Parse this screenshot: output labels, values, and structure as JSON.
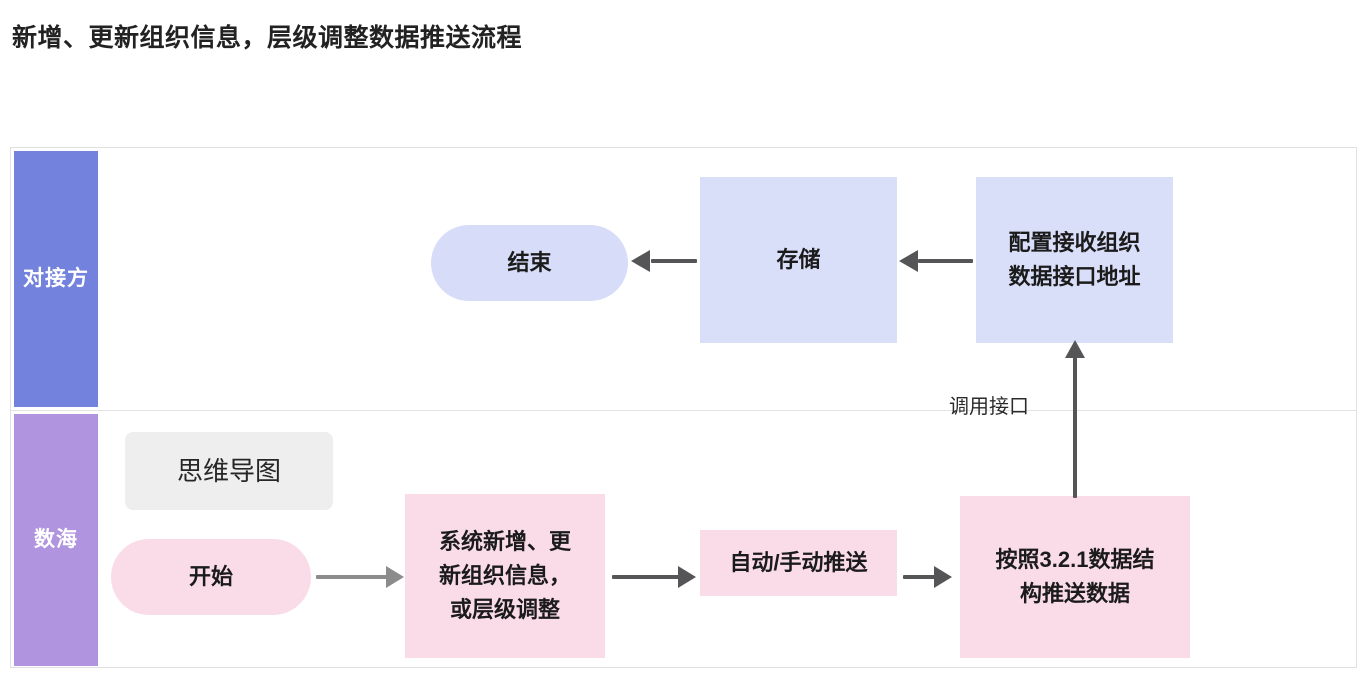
{
  "title": "新增、更新组织信息，层级调整数据推送流程",
  "colors": {
    "lane_docking": "#7382dc",
    "lane_shuhai": "#b094e0",
    "node_blue": "#d9def9",
    "node_pink": "#fadce9",
    "node_gray": "#eeeeef",
    "arrow_gray": "#8c8c8c",
    "arrow_dark": "#555558",
    "frame_border": "#e0e0e2"
  },
  "lanes": [
    {
      "id": "docking",
      "label": "对接方"
    },
    {
      "id": "shuhai",
      "label": "数海"
    }
  ],
  "nodes": {
    "end": {
      "label": "结束",
      "shape": "stadium",
      "lane": "docking"
    },
    "storage": {
      "label": "存储",
      "shape": "rect",
      "lane": "docking"
    },
    "config_endpoint": {
      "shape": "rect",
      "lane": "docking",
      "lines": [
        "配置接收组织",
        "数据接口地址"
      ]
    },
    "mindmap": {
      "label": "思维导图",
      "shape": "rounded-rect",
      "lane": "shuhai"
    },
    "start": {
      "label": "开始",
      "shape": "stadium",
      "lane": "shuhai"
    },
    "update_org": {
      "shape": "rect",
      "lane": "shuhai",
      "lines": [
        "系统新增、更",
        "新组织信息，",
        "或层级调整"
      ]
    },
    "push_mode": {
      "label": "自动/手动推送",
      "shape": "rect",
      "lane": "shuhai"
    },
    "push_structure": {
      "shape": "rect",
      "lane": "shuhai",
      "lines": [
        "按照3.2.1数据结",
        "构推送数据"
      ]
    }
  },
  "edges": [
    {
      "id": "start-to-update",
      "from": "start",
      "to": "update_org",
      "direction": "right",
      "label": ""
    },
    {
      "id": "update-to-pushmode",
      "from": "update_org",
      "to": "push_mode",
      "direction": "right",
      "label": ""
    },
    {
      "id": "pushmode-to-structure",
      "from": "push_mode",
      "to": "push_structure",
      "direction": "right",
      "label": ""
    },
    {
      "id": "structure-to-config",
      "from": "push_structure",
      "to": "config_endpoint",
      "direction": "up",
      "label": "调用接口"
    },
    {
      "id": "config-to-storage",
      "from": "config_endpoint",
      "to": "storage",
      "direction": "left",
      "label": ""
    },
    {
      "id": "storage-to-end",
      "from": "storage",
      "to": "end",
      "direction": "left",
      "label": ""
    }
  ]
}
